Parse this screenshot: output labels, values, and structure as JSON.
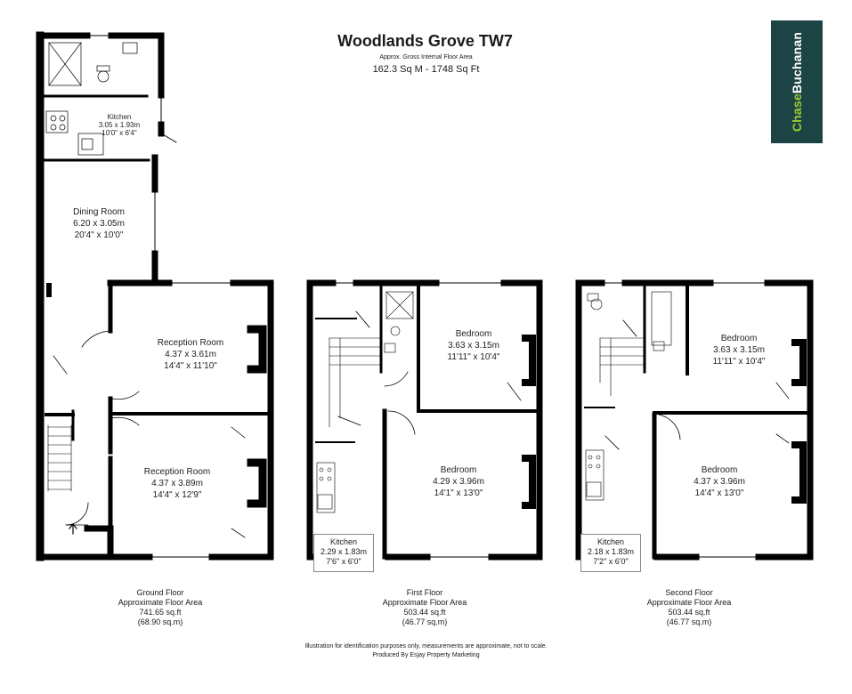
{
  "header": {
    "title": "Woodlands Grove TW7",
    "subtitle": "Approx. Gross Internal Floor Area",
    "total_area": "162.3 Sq M - 1748 Sq Ft"
  },
  "logo": {
    "part1": "Chase",
    "part2": "Buchanan",
    "bg_color": "#1d4444",
    "accent_color": "#9acd32"
  },
  "ground_floor": {
    "rooms": {
      "kitchen": [
        "Kitchen",
        "3.05 x 1.93m",
        "10'0\" x 6'4\""
      ],
      "dining": [
        "Dining Room",
        "6.20 x 3.05m",
        "20'4\" x 10'0\""
      ],
      "reception1": [
        "Reception Room",
        "4.37 x 3.61m",
        "14'4\" x 11'10\""
      ],
      "reception2": [
        "Reception Room",
        "4.37 x 3.89m",
        "14'4\" x 12'9\""
      ]
    },
    "summary": [
      "Ground Floor",
      "Approximate Floor Area",
      "741.65 sq.ft",
      "(68.90 sq.m)"
    ]
  },
  "first_floor": {
    "rooms": {
      "bedroom1": [
        "Bedroom",
        "3.63 x 3.15m",
        "11'11\" x 10'4\""
      ],
      "bedroom2": [
        "Bedroom",
        "4.29 x 3.96m",
        "14'1\" x 13'0\""
      ],
      "kitchen": [
        "Kitchen",
        "2.29 x 1.83m",
        "7'6\" x 6'0\""
      ]
    },
    "summary": [
      "First Floor",
      "Approximate Floor Area",
      "503.44 sq.ft",
      "(46.77 sq.m)"
    ]
  },
  "second_floor": {
    "rooms": {
      "bedroom1": [
        "Bedroom",
        "3.63 x 3.15m",
        "11'11\" x 10'4\""
      ],
      "bedroom2": [
        "Bedroom",
        "4.37 x 3.96m",
        "14'4\" x 13'0\""
      ],
      "kitchen": [
        "Kitchen",
        "2.18 x 1.83m",
        "7'2\" x 6'0\""
      ]
    },
    "summary": [
      "Second Floor",
      "Approximate Floor Area",
      "503.44 sq.ft",
      "(46.77 sq.m)"
    ]
  },
  "footer": {
    "line1": "Illustration for identification purposes only, measurements are approximate, not to scale.",
    "line2": "Produced By Esjay Property Marketing"
  }
}
